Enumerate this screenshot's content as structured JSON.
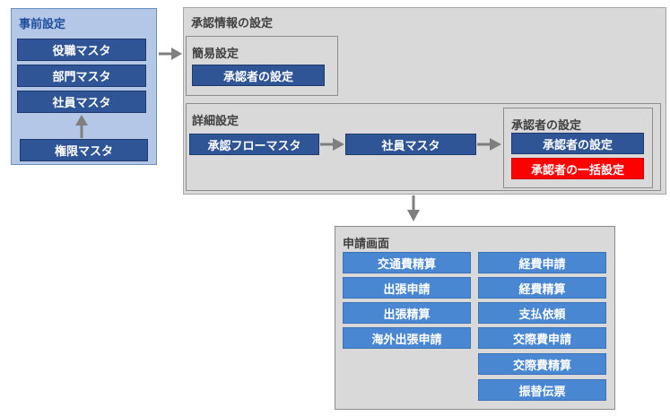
{
  "pre_settings": {
    "title": "事前設定",
    "role_master": "役職マスタ",
    "dept_master": "部門マスタ",
    "employee_master": "社員マスタ",
    "permission_master": "権限マスタ"
  },
  "approval_info": {
    "title": "承認情報の設定",
    "simple": {
      "title": "簡易設定",
      "approver_setting": "承認者の設定"
    },
    "detail": {
      "title": "詳細設定",
      "flow_master": "承認フローマスタ",
      "employee_master": "社員マスタ"
    },
    "approver": {
      "title": "承認者の設定",
      "approver_setting": "承認者の設定",
      "bulk_setting": "承認者の一括設定"
    }
  },
  "request_screen": {
    "title": "申請画面",
    "left_items": [
      "交通費精算",
      "出張申請",
      "出張精算",
      "海外出張申請"
    ],
    "right_items": [
      "経費申請",
      "経費精算",
      "支払依頼",
      "交際費申請",
      "交際費精算",
      "振替伝票"
    ]
  },
  "colors": {
    "dark_button": "#2f5597",
    "light_button": "#4a87d2",
    "highlight_button": "#ff0000",
    "arrow": "#7f7f7f"
  }
}
